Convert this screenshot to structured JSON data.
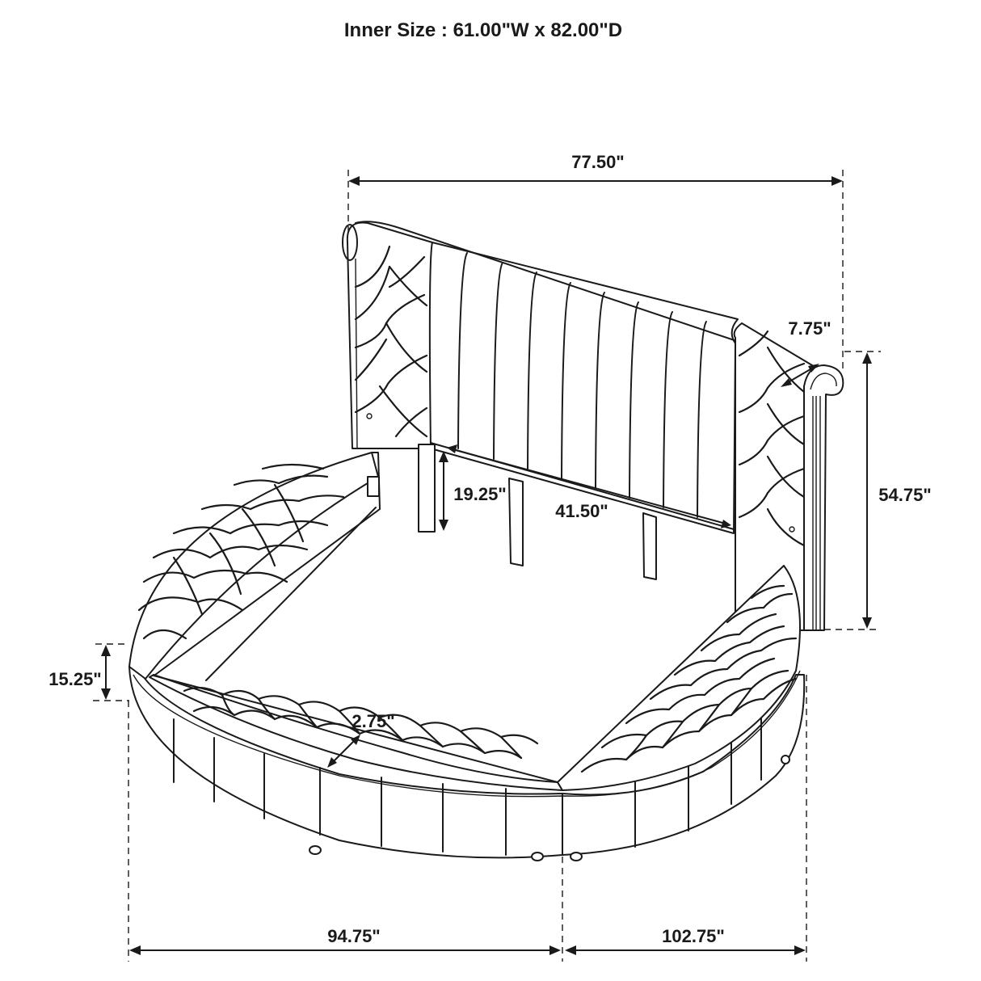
{
  "diagram": {
    "title": "Inner Size : 61.00\"W x 82.00\"D",
    "subject": "Round upholstered bed with tufted wingback headboard",
    "colors": {
      "line": "#1a1a1a",
      "background": "#ffffff"
    },
    "dimensions": {
      "headboard_width": "77.50\"",
      "headboard_wing_depth": "7.75\"",
      "headboard_height": "54.75\"",
      "headboard_leg_clearance": "19.25\"",
      "headboard_inner_width": "41.50\"",
      "bed_side_height": "15.25\"",
      "rail_top_width": "2.75\"",
      "overall_width_left": "94.75\"",
      "overall_width_right": "102.75\""
    }
  }
}
